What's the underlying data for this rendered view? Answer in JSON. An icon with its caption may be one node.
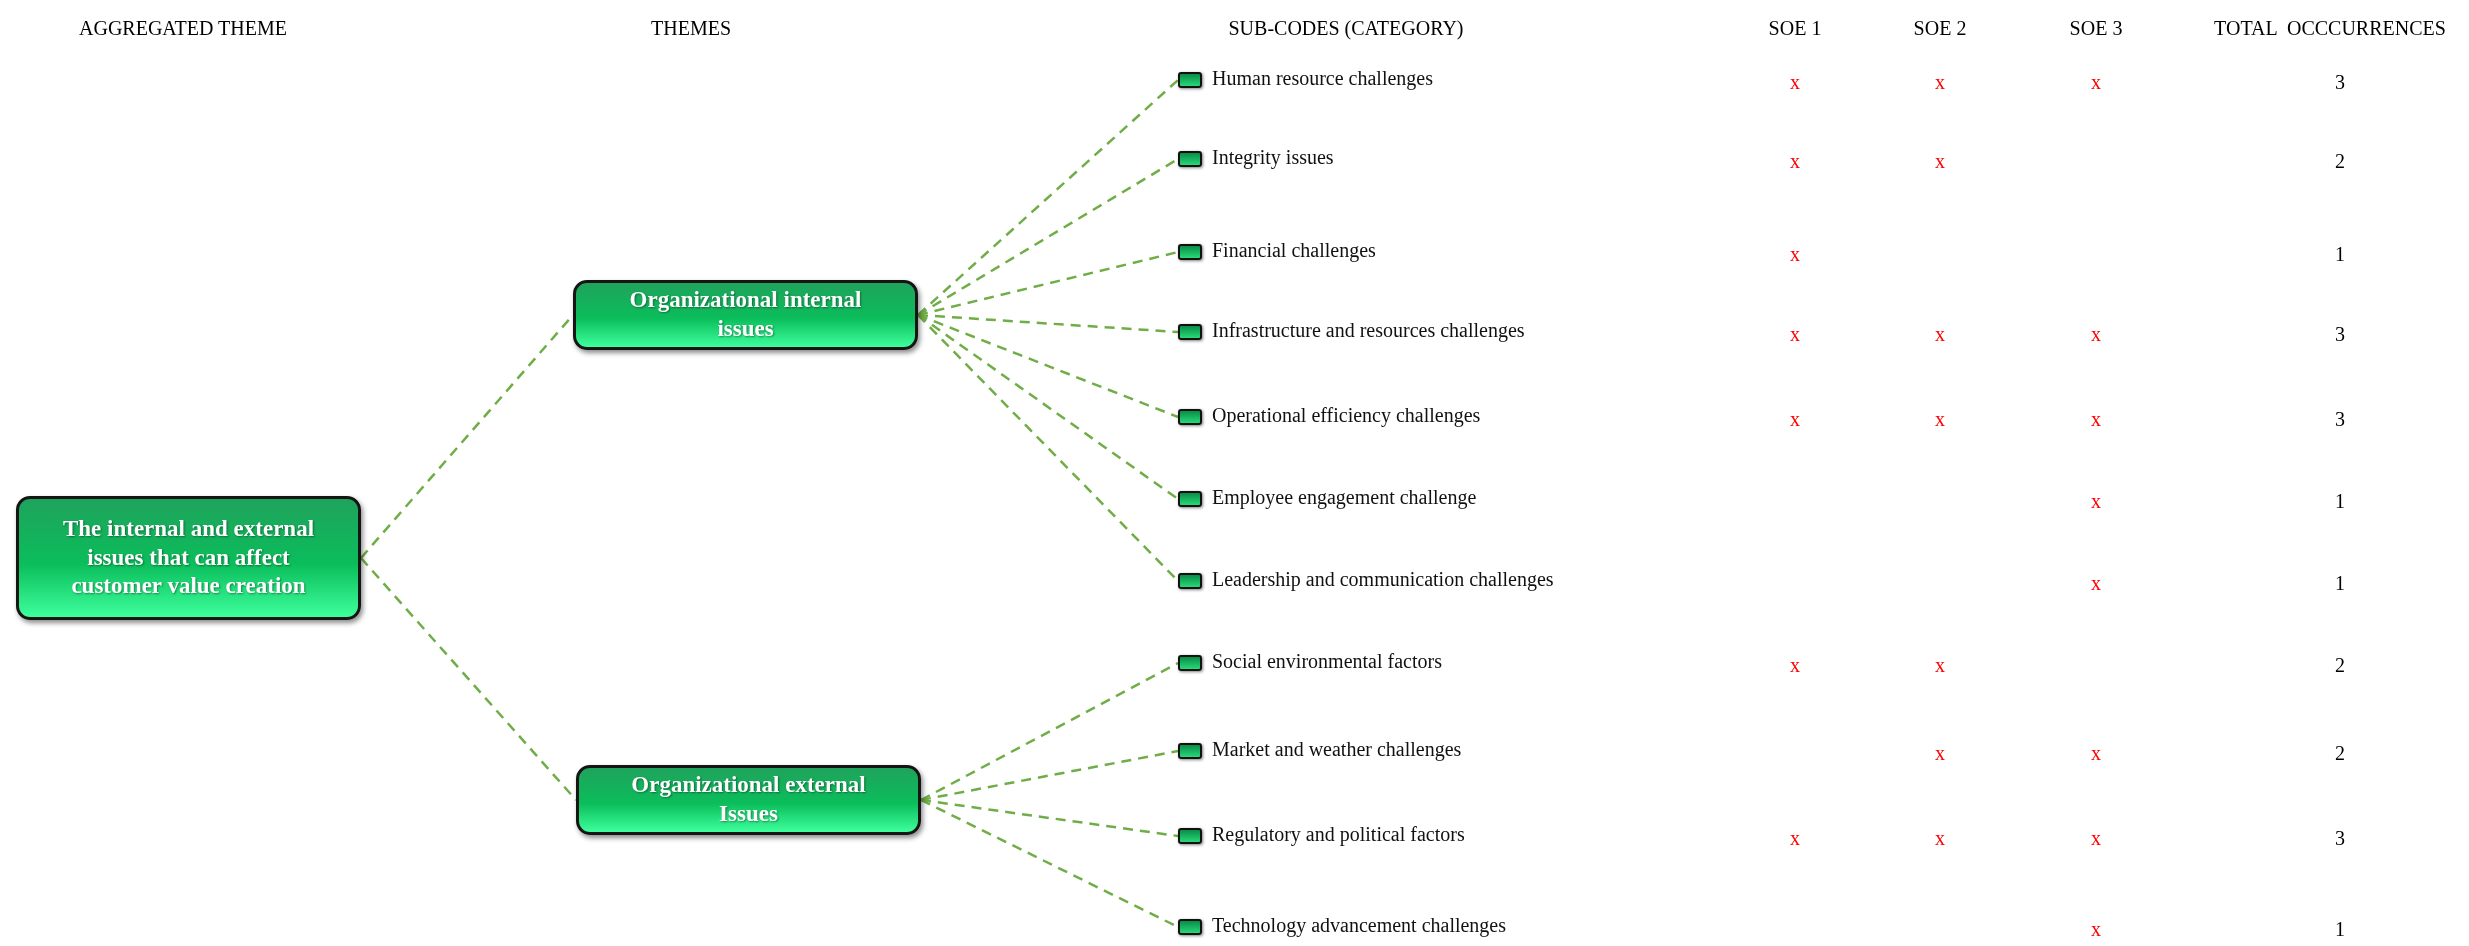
{
  "diagram": {
    "nodes": [
      {
        "text": [
          "The internal and external issues that can affect customer value creation"
        ]
      },
      {
        "text": [
          "Organizational internal issues"
        ]
      },
      {
        "text": [],
        "shape": "box",
        "beside": [
          "Human resource challenges"
        ]
      },
      {
        "text": [],
        "shape": "box",
        "beside": [
          "Integrity issues"
        ]
      },
      {
        "text": [],
        "shape": "box",
        "beside": [
          "Financial challenges"
        ]
      },
      {
        "text": [],
        "shape": "box",
        "beside": [
          "Infrastructure and resources challenges"
        ]
      },
      {
        "text": [],
        "shape": "box",
        "beside": [
          "Operational efficiency challenges"
        ]
      },
      {
        "text": [],
        "shape": "box",
        "beside": [
          "Employee engagement challenge"
        ]
      },
      {
        "text": [],
        "shape": "box",
        "beside": [
          "Leadership and communication challenges"
        ]
      },
      {
        "text": [
          "Organizational external Issues"
        ]
      },
      {
        "text": [],
        "shape": "box",
        "beside": [
          "Social environmental factors"
        ]
      },
      {
        "text": [],
        "shape": "box",
        "beside": [
          "Market and weather challenges"
        ]
      },
      {
        "text": [],
        "shape": "box",
        "beside": [
          "Regulatory and political factors"
        ]
      },
      {
        "text": [],
        "shape": "box",
        "beside": [
          "Technology advancement challenges"
        ]
      }
    ],
    "edges": [
      {
        "from": 0,
        "to": 1,
        "arrow": "none",
        "style": "dashed"
      },
      {
        "from": 0,
        "to": 9,
        "arrow": "none",
        "style": "dashed"
      },
      {
        "from": 1,
        "to": 2,
        "arrow": "none",
        "style": "dashed"
      },
      {
        "from": 1,
        "to": 3,
        "arrow": "none",
        "style": "dashed"
      },
      {
        "from": 1,
        "to": 4,
        "arrow": "none",
        "style": "dashed"
      },
      {
        "from": 1,
        "to": 5,
        "arrow": "none",
        "style": "dashed"
      },
      {
        "from": 1,
        "to": 6,
        "arrow": "none",
        "style": "dashed"
      },
      {
        "from": 1,
        "to": 7,
        "arrow": "none",
        "style": "dashed"
      },
      {
        "from": 1,
        "to": 8,
        "arrow": "none",
        "style": "dashed"
      },
      {
        "from": 9,
        "to": 10,
        "arrow": "none",
        "style": "dashed"
      },
      {
        "from": 9,
        "to": 11,
        "arrow": "none",
        "style": "dashed"
      },
      {
        "from": 9,
        "to": 12,
        "arrow": "none",
        "style": "dashed"
      },
      {
        "from": 9,
        "to": 13,
        "arrow": "none",
        "style": "dashed"
      }
    ],
    "labels": [
      "AGGREGATED THEME",
      "THEMES",
      "SUB-CODES (CATEGORY)",
      "SOE 1",
      "SOE 2",
      "SOE 3",
      "TOTAL  OCCCURRENCES",
      "x",
      "x",
      "x",
      "3",
      "x",
      "x",
      "2",
      "x",
      "1",
      "x",
      "x",
      "x",
      "3",
      "x",
      "x",
      "x",
      "3",
      "x",
      "1",
      "x",
      "1",
      "x",
      "x",
      "2",
      "x",
      "x",
      "2",
      "x",
      "x",
      "x",
      "3",
      "x",
      "1"
    ]
  }
}
